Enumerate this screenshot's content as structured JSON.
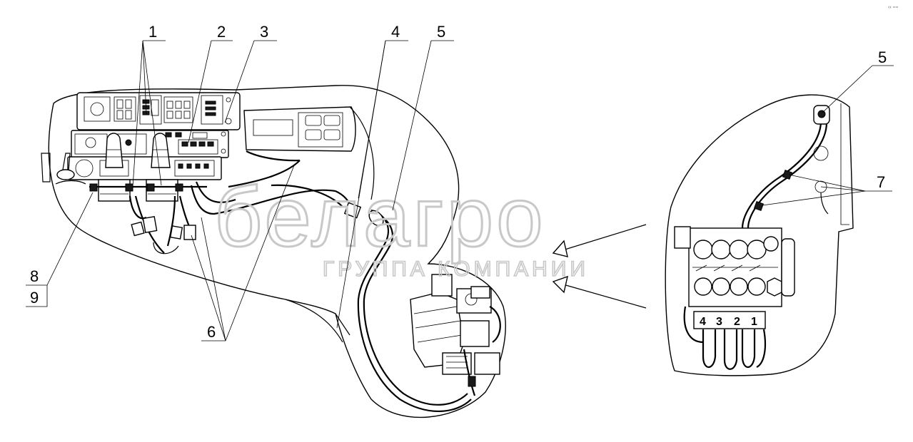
{
  "callouts": {
    "c1": "1",
    "c2": "2",
    "c3": "3",
    "c4": "4",
    "c5": "5",
    "c5b": "5",
    "c6": "6",
    "c7": "7",
    "c8": "8",
    "c9": "9"
  },
  "valve_labels": [
    "4",
    "3",
    "2",
    "1"
  ],
  "watermark": {
    "logo": "белагро",
    "subtitle": "ГРУППА КОМПАНИИ"
  },
  "corner_mark": "‹‹ ▫▫▫",
  "colors": {
    "ink": "#000000",
    "watermark": "#c8c8c8",
    "background": "#ffffff"
  }
}
